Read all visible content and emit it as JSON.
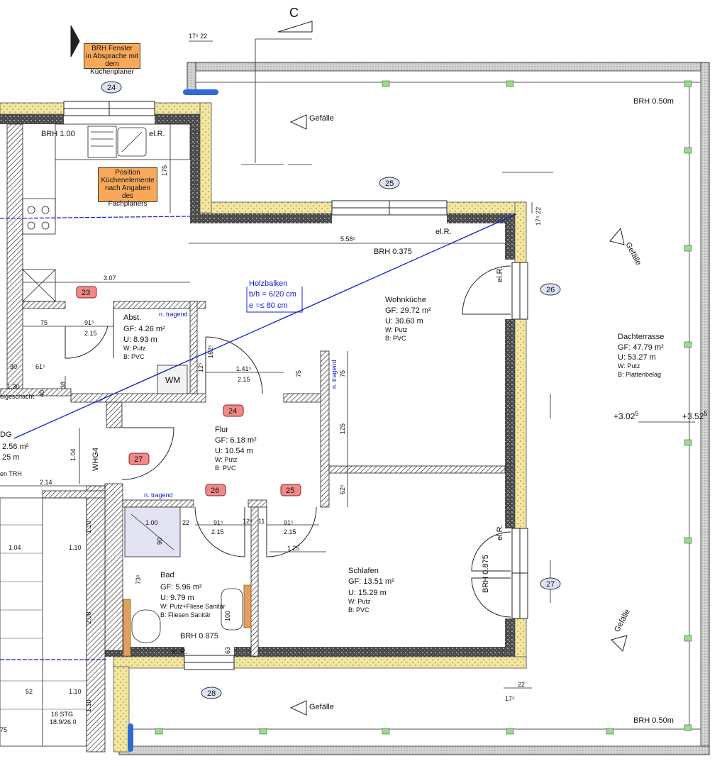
{
  "section_marker": "C",
  "notes": {
    "window_note": [
      "BRH Fenster",
      "in Absprache mit",
      "dem Küchenplaner"
    ],
    "kitchen_note": [
      "Position",
      "Küchenelemente",
      "nach Angaben des",
      "Fachplaners"
    ]
  },
  "windows": {
    "w24": "24",
    "w25": "25",
    "w26": "26",
    "w27": "27",
    "w28": "28"
  },
  "room_numbers": {
    "r23": "23",
    "r24": "24",
    "r25": "25",
    "r26": "26",
    "r27": "27"
  },
  "rooms": {
    "wohnkueche": {
      "name": "Wohnküche",
      "gf": "GF: 29.72 m²",
      "u": "U: 30.60 m",
      "w": "W: Putz",
      "b": "B: PVC"
    },
    "abst": {
      "name": "Abst.",
      "gf": "GF: 4.26 m²",
      "u": "U: 8.93 m",
      "w": "W: Putz",
      "b": "B: PVC"
    },
    "flur": {
      "name": "Flur",
      "gf": "GF: 6.18 m²",
      "u": "U: 10.54 m",
      "w": "W: Putz",
      "b": "B: PVC"
    },
    "schlafen": {
      "name": "Schlafen",
      "gf": "GF: 13.51 m²",
      "u": "U: 15.29 m",
      "w": "W: Putz",
      "b": "B: PVC"
    },
    "bad": {
      "name": "Bad",
      "gf": "GF: 5.96 m²",
      "u": "U: 9.79 m",
      "w": "W: Putz+Fliese Sanitär",
      "b": "B: Fliesen Sanitär"
    },
    "dachterrasse": {
      "name": "Dachterrasse",
      "gf": "GF: 47.79 m²",
      "u": "U: 53.27 m",
      "w": "W: Putz",
      "b": "B: Plattenbelag"
    },
    "left_partial": {
      "name": "DG",
      "gf": "2.56 m²",
      "u": "25 m",
      "extra": "en TRH"
    }
  },
  "beam": {
    "title": "Holzbalken",
    "bh": "b/h = 6/20 cm",
    "spacing": "e =≤ 80 cm"
  },
  "labels": {
    "brh_100": "BRH 1.00",
    "brh_050_top": "BRH 0.50m",
    "brh_050_bottom": "BRH 0.50m",
    "brh_0375": "BRH 0.375",
    "brh_0875_v": "BRH 0.875",
    "brh_0875": "BRH 0.875",
    "elr_1": "el.R.",
    "elr_2": "el.R.",
    "elr_3": "el.R.",
    "elr_4": "el.R.",
    "elr_5": "el.R.",
    "gefaelle_1": "Gefälle",
    "gefaelle_2": "Gefälle",
    "gefaelle_3": "Gefälle",
    "gefaelle_4": "Gefälle",
    "n_tragend_1": "n. tragend",
    "n_tragend_2": "n. tragend",
    "n_tragend_3": "n. tragend",
    "wm": "WM",
    "whg4": "WHG4",
    "steigschacht": "eigeschacht",
    "level_302": "+3.02",
    "level_352": "+3.52",
    "level_sup": "5",
    "stg_1": "16 STG",
    "stg_2": "18.9/26.0"
  },
  "dims": {
    "d175_22_top": "17⁵ 22",
    "d175": "175",
    "d175_22_r": "17⁵ 22",
    "d558": "5.58⁵",
    "d307": "3.07",
    "d75a": "75",
    "d915a": "91⁵",
    "d215a": "2.15",
    "d30": "30",
    "d615": "61⁵",
    "d130": "1.30",
    "d40": "40",
    "d38": "38",
    "d162": "162⁵",
    "d12": "12⁵",
    "d1415": "1.41⁵",
    "d215b": "2.15",
    "d75b": "75",
    "d75c": "75",
    "d125": "125",
    "d625": "62⁵",
    "d104": "1.04",
    "d214": "2.14",
    "d100": "1.00",
    "d22": "22",
    "d915b": "91⁵",
    "d215c": "2.15",
    "d125b": "12⁵",
    "d11": "11",
    "d915c": "91⁵",
    "d215d": "2.15",
    "d125c": "1.25",
    "d90": "90",
    "d735": "73⁵",
    "d110a": "1.10",
    "d104b": "1.04",
    "d110b": "1.10",
    "d208": "2.08",
    "d52": "52",
    "d110c": "1.10",
    "d110d": "1.10",
    "d75d": "75",
    "d22b": "22",
    "d175b": "17⁵",
    "d100b": "100",
    "d63": "63"
  }
}
